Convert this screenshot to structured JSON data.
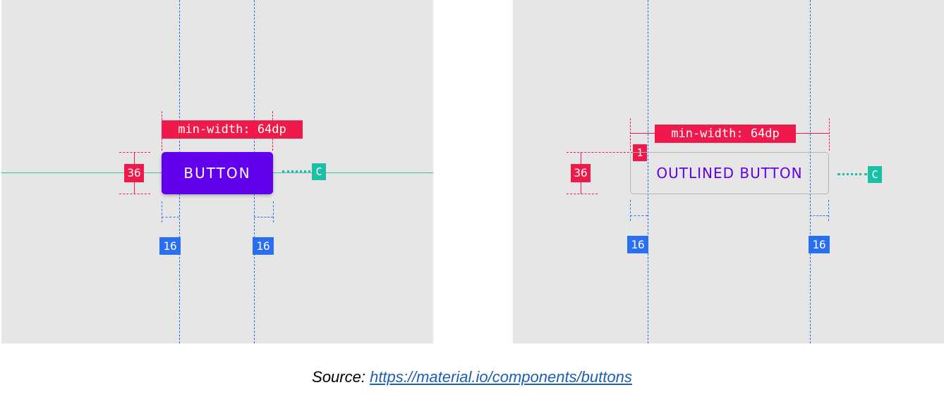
{
  "left_panel": {
    "label_min_width": "min-width: 64dp",
    "label_height": "36",
    "label_pad_left": "16",
    "label_pad_right": "16",
    "label_center": "C",
    "button_text": "BUTTON"
  },
  "right_panel": {
    "label_min_width": "min-width: 64dp",
    "label_height": "36",
    "label_border": "1",
    "label_pad_left": "16",
    "label_pad_right": "16",
    "label_center": "C",
    "button_text": "OUTLINED BUTTON"
  },
  "caption": {
    "prefix": "Source: ",
    "link_text": "https://material.io/components/buttons"
  },
  "colors": {
    "primary": "#6200ee",
    "spec_red": "#f0194b",
    "spec_blue": "#2a6ff0",
    "spec_teal": "#1dbfa4",
    "panel_bg": "#e6e6e6"
  }
}
